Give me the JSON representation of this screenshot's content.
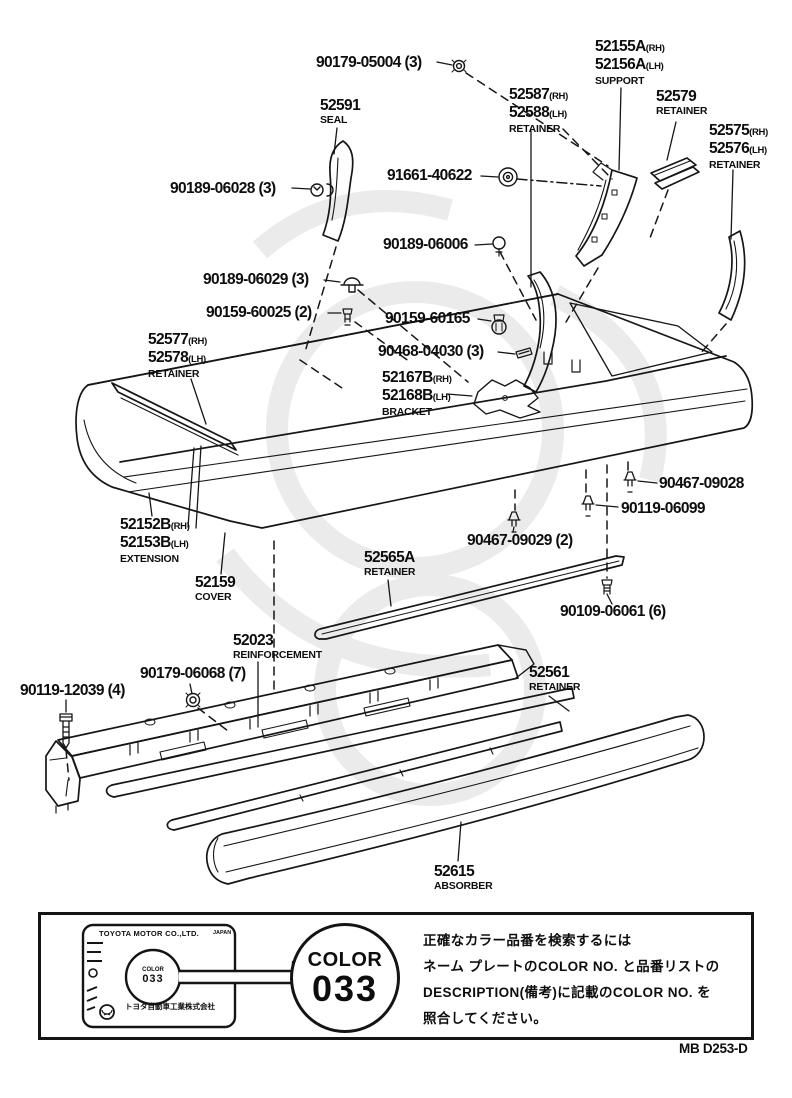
{
  "diagram": {
    "fasteners": {
      "f05004": "90179-05004 (3)",
      "f06028": "90189-06028 (3)",
      "f40622": "91661-40622",
      "f06006": "90189-06006",
      "f06029": "90189-06029 (3)",
      "f60025": "90159-60025 (2)",
      "f60165": "90159-60165",
      "f04030": "90468-04030 (3)",
      "f09028": "90467-09028",
      "f06099": "90119-06099",
      "f09029": "90467-09029 (2)",
      "f06061": "90109-06061 (6)",
      "f06068": "90179-06068 (7)",
      "f12039": "90119-12039 (4)"
    },
    "parts": {
      "seal": {
        "num": "52591",
        "cap": "SEAL"
      },
      "support": {
        "l1": "52155A",
        "l1s": "(RH)",
        "l2": "52156A",
        "l2s": "(LH)",
        "cap": "SUPPORT"
      },
      "retainer_52587": {
        "l1": "52587",
        "l1s": "(RH)",
        "l2": "52588",
        "l2s": "(LH)",
        "cap": "RETAINER"
      },
      "retainer_52579": {
        "num": "52579",
        "cap": "RETAINER"
      },
      "retainer_52575": {
        "l1": "52575",
        "l1s": "(RH)",
        "l2": "52576",
        "l2s": "(LH)",
        "cap": "RETAINER"
      },
      "retainer_52577": {
        "l1": "52577",
        "l1s": "(RH)",
        "l2": "52578",
        "l2s": "(LH)",
        "cap": "RETAINER"
      },
      "bracket": {
        "l1": "52167B",
        "l1s": "(RH)",
        "l2": "52168B",
        "l2s": "(LH)",
        "cap": "BRACKET"
      },
      "extension": {
        "l1": "52152B",
        "l1s": "(RH)",
        "l2": "52153B",
        "l2s": "(LH)",
        "cap": "EXTENSION"
      },
      "cover": {
        "num": "52159",
        "cap": "COVER"
      },
      "retainer_52565": {
        "num": "52565A",
        "cap": "RETAINER"
      },
      "reinforcement": {
        "num": "52023",
        "cap": "REINFORCEMENT"
      },
      "retainer_52561": {
        "num": "52561",
        "cap": "RETAINER"
      },
      "absorber": {
        "num": "52615",
        "cap": "ABSORBER"
      }
    }
  },
  "color_box": {
    "plate": {
      "maker": "TOYOTA MOTOR CO.,LTD.",
      "country": "JAPAN",
      "color_label": "COLOR",
      "color_value": "033",
      "company_jp": "トヨタ自動車工業株式会社"
    },
    "badge": {
      "label": "COLOR",
      "value": "033"
    },
    "note_lines": [
      "正確なカラー品番を検索するには",
      "ネーム プレートのCOLOR NO. と品番リストの",
      "DESCRIPTION(備考)に記載のCOLOR NO. を",
      "照合してください。"
    ]
  },
  "footer": {
    "code": "MB D253-D"
  },
  "colors": {
    "ink": "#141414",
    "watermark": "#ebebeb"
  }
}
